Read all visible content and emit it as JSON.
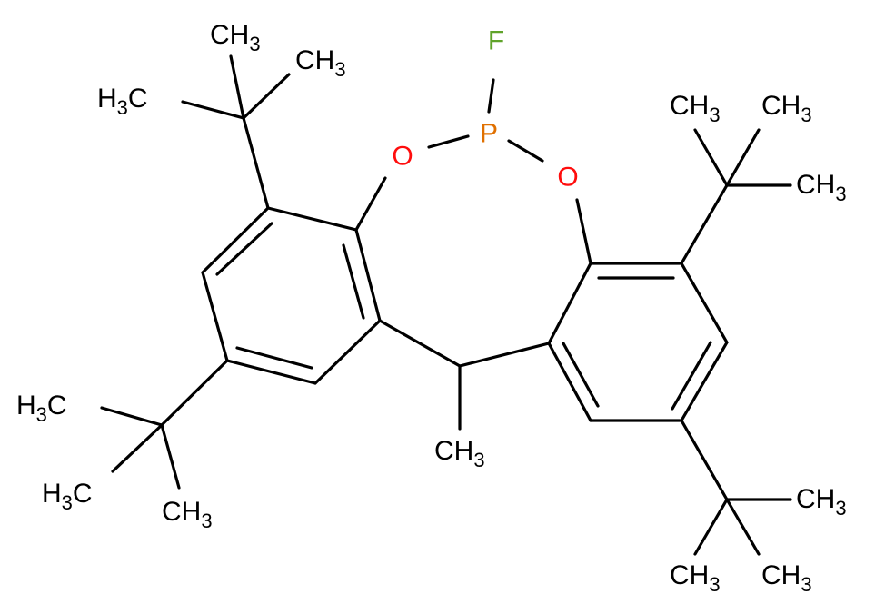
{
  "colors": {
    "bond": "#000000",
    "C": "#000000",
    "O": "#ff0d0d",
    "P": "#e07000",
    "F": "#5fa32a",
    "background": "#ffffff"
  },
  "atoms": {
    "F": "F",
    "P": "P",
    "O1": "O",
    "O2": "O"
  },
  "groups": {
    "methyl_label": "CH",
    "methyl_subscript": "3",
    "h3c_prefix": "H",
    "h3c_subscript": "3",
    "h3c_suffix": "C"
  }
}
